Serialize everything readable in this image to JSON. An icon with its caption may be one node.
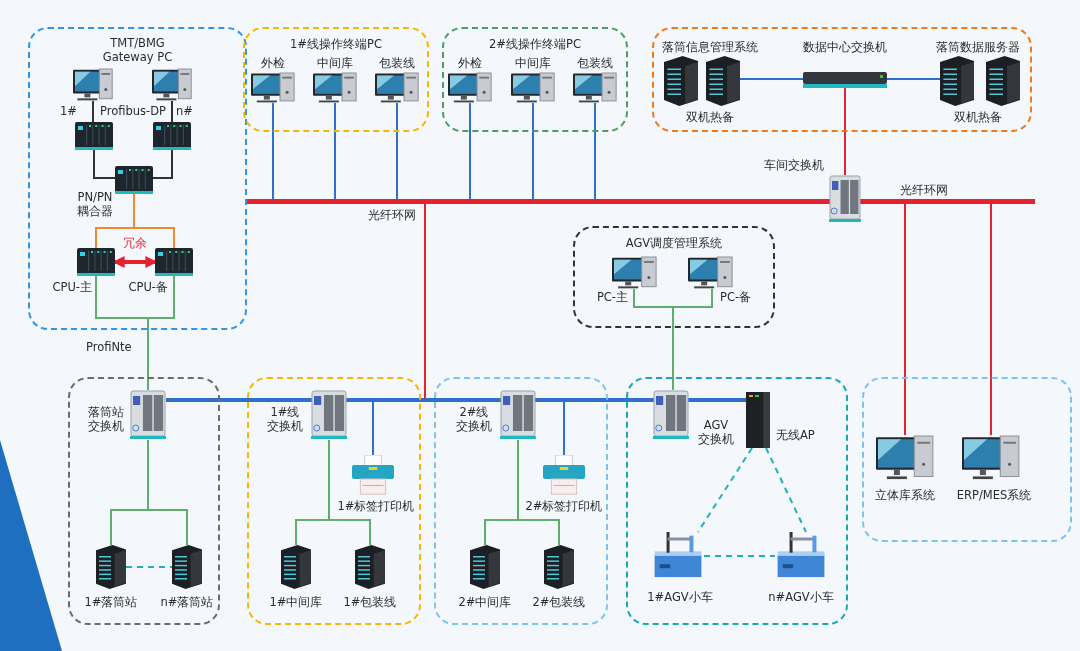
{
  "diagram": {
    "nodes": [
      {
        "text": [
          "TMT/BMG Gateway PC"
        ]
      },
      {
        "text": [
          "1#"
        ],
        "in": 0
      },
      {
        "text": [
          "n#"
        ],
        "in": 0
      },
      {
        "text": [],
        "shape": "picture",
        "in": 0
      },
      {
        "text": [],
        "shape": "picture",
        "in": 0
      },
      {
        "text": [
          "PN/PN耦合器"
        ],
        "in": 0
      },
      {
        "text": [
          "CPU-主"
        ],
        "in": 0
      },
      {
        "text": [
          "CPU-备"
        ],
        "in": 0
      },
      {
        "text": [
          "1#线操作终端PC"
        ]
      },
      {
        "text": [
          "外检"
        ],
        "in": 8
      },
      {
        "text": [
          "中间库"
        ],
        "in": 8
      },
      {
        "text": [
          "包装线"
        ],
        "in": 8
      },
      {
        "text": [
          "2#线操作终端PC"
        ]
      },
      {
        "text": [
          "外检"
        ],
        "in": 12
      },
      {
        "text": [
          "中间库"
        ],
        "in": 12
      },
      {
        "text": [
          "包装线"
        ],
        "in": 12
      },
      {
        "text": [],
        "shape": "box"
      },
      {
        "text": [
          "落筒信息管理系统",
          "双机热备"
        ],
        "in": 16
      },
      {
        "text": [
          "数据中心交换机"
        ],
        "in": 16
      },
      {
        "text": [
          "落筒数据服务器",
          "双机热备"
        ],
        "in": 16
      },
      {
        "text": [
          "车间交换机"
        ]
      },
      {
        "text": [],
        "shape": "bar"
      },
      {
        "text": [],
        "shape": "box"
      },
      {
        "text": [
          "落筒站交换机"
        ],
        "in": 22
      },
      {
        "text": [
          "1#落筒站"
        ],
        "in": 22
      },
      {
        "text": [
          "n#落筒站"
        ],
        "in": 22
      },
      {
        "text": [],
        "shape": "box"
      },
      {
        "text": [
          "1#线交换机"
        ],
        "in": 26
      },
      {
        "text": [
          "1#标签打印机"
        ],
        "in": 26
      },
      {
        "text": [
          "1#中间库"
        ],
        "in": 26
      },
      {
        "text": [
          "1#包装线"
        ],
        "in": 26
      },
      {
        "text": [],
        "shape": "box"
      },
      {
        "text": [
          "2#线交换机"
        ],
        "in": 31
      },
      {
        "text": [
          "2#标签打印机"
        ],
        "in": 31
      },
      {
        "text": [
          "2#中间库"
        ],
        "in": 31
      },
      {
        "text": [
          "2#包装线"
        ],
        "in": 31
      },
      {
        "text": [
          "AGV调度管理系统"
        ]
      },
      {
        "text": [
          "PC-主"
        ],
        "in": 36
      },
      {
        "text": [
          "PC-备"
        ],
        "in": 36
      },
      {
        "text": [],
        "shape": "box"
      },
      {
        "text": [
          "AGV交换机"
        ],
        "in": 39
      },
      {
        "text": [
          "无线AP"
        ],
        "in": 39
      },
      {
        "text": [
          "1#AGV小车"
        ],
        "in": 39
      },
      {
        "text": [
          "n#AGV小车"
        ],
        "in": 39
      },
      {
        "text": [],
        "shape": "box"
      },
      {
        "text": [
          "立体库系统"
        ],
        "in": 44
      },
      {
        "text": [
          "ERP/MES系统"
        ],
        "in": 44
      },
      {
        "text": [],
        "shape": "bar"
      }
    ],
    "edges": [
      {
        "from": 1,
        "to": 3,
        "arrow": "none",
        "color": "#333333"
      },
      {
        "from": 2,
        "to": 4,
        "arrow": "none",
        "color": "#333333"
      },
      {
        "from": 3,
        "to": 5,
        "arrow": "none",
        "color": "#333333"
      },
      {
        "from": 4,
        "to": 5,
        "arrow": "none",
        "color": "#333333"
      },
      {
        "from": 5,
        "to": 6,
        "arrow": "none",
        "color": "#f08a30"
      },
      {
        "from": 5,
        "to": 7,
        "arrow": "none",
        "color": "#f08a30"
      },
      {
        "from": 6,
        "to": 7,
        "arrow": "both",
        "label": "冗余",
        "style": "thick",
        "color": "#e52330"
      },
      {
        "from": 6,
        "to": 23,
        "arrow": "none"
      },
      {
        "from": 7,
        "to": 23,
        "arrow": "none"
      },
      {
        "from": 9,
        "to": 21,
        "arrow": "none",
        "color": "#2f6fce"
      },
      {
        "from": 10,
        "to": 21,
        "arrow": "none",
        "color": "#2f6fce"
      },
      {
        "from": 11,
        "to": 21,
        "arrow": "none",
        "color": "#2f6fce"
      },
      {
        "from": 13,
        "to": 21,
        "arrow": "none",
        "color": "#2f6fce"
      },
      {
        "from": 14,
        "to": 21,
        "arrow": "none",
        "color": "#2f6fce"
      },
      {
        "from": 15,
        "to": 21,
        "arrow": "none",
        "color": "#2f6fce"
      },
      {
        "from": 17,
        "to": 18,
        "arrow": "none",
        "color": "#2f6fce"
      },
      {
        "from": 18,
        "to": 19,
        "arrow": "none",
        "color": "#2f6fce"
      },
      {
        "from": 18,
        "to": 20,
        "arrow": "none",
        "color": "#e52330"
      },
      {
        "from": 21,
        "to": 45,
        "arrow": "none",
        "color": "#e52330"
      },
      {
        "from": 21,
        "to": 46,
        "arrow": "none",
        "color": "#e52330"
      },
      {
        "from": 21,
        "to": 47,
        "arrow": "none",
        "color": "#e52330"
      },
      {
        "from": 23,
        "to": 24,
        "arrow": "none"
      },
      {
        "from": 23,
        "to": 25,
        "arrow": "none"
      },
      {
        "from": 24,
        "to": 25,
        "arrow": "none",
        "style": "dashed",
        "color": "#23aebd"
      },
      {
        "from": 28,
        "to": 47,
        "arrow": "none",
        "color": "#2f6fce"
      },
      {
        "from": 27,
        "to": 29,
        "arrow": "none"
      },
      {
        "from": 27,
        "to": 30,
        "arrow": "none"
      },
      {
        "from": 33,
        "to": 47,
        "arrow": "none",
        "color": "#2f6fce"
      },
      {
        "from": 32,
        "to": 34,
        "arrow": "none"
      },
      {
        "from": 32,
        "to": 35,
        "arrow": "none"
      },
      {
        "from": 37,
        "to": 40,
        "arrow": "none"
      },
      {
        "from": 38,
        "to": 40,
        "arrow": "none"
      },
      {
        "from": 41,
        "to": 42,
        "arrow": "none",
        "style": "dashed",
        "color": "#23aebd"
      },
      {
        "from": 41,
        "to": 43,
        "arrow": "none",
        "style": "dashed",
        "color": "#23aebd"
      },
      {
        "from": 42,
        "to": 43,
        "arrow": "none",
        "style": "dashed",
        "color": "#23aebd"
      }
    ],
    "labels": [
      "Profibus-DP",
      "ProfiNte",
      "光纤环网",
      "光纤环网"
    ]
  }
}
